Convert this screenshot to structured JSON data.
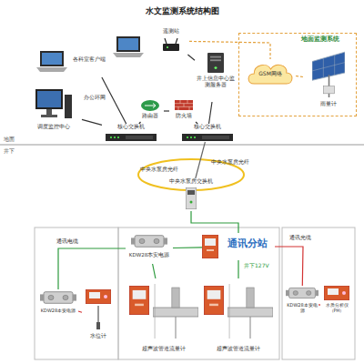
{
  "diagram": {
    "title": "水文监测系统结构图",
    "nodes": [
      {
        "text": [
          "地面监测系统"
        ]
      },
      {
        "text": [
          "遥测站"
        ]
      },
      {
        "text": [
          "GSM网络"
        ],
        "in": 0
      },
      {
        "text": [
          "雨量计"
        ],
        "in": 0
      },
      {
        "text": [
          "各科室客户端"
        ]
      },
      {
        "text": [
          "调度监控中心"
        ]
      },
      {
        "text": [
          "井上信息中心监测服务器"
        ]
      },
      {
        "text": [
          "路由器"
        ]
      },
      {
        "text": [
          "防火墙"
        ]
      },
      {
        "text": [
          "核心交换机"
        ]
      },
      {
        "text": [
          "核心交换机"
        ]
      },
      {
        "text": [
          "中央水泵房交换机"
        ]
      },
      {
        "text": [
          "KDW28本安电源"
        ]
      },
      {
        "text": [
          "水位计"
        ]
      },
      {
        "text": [
          "KDW28本安电源"
        ]
      },
      {
        "text": [
          "通讯分站"
        ]
      },
      {
        "text": [
          "超声波管道流量计"
        ]
      },
      {
        "text": [
          "超声波管道流量计"
        ]
      },
      {
        "text": [
          "KDW28本安电源"
        ]
      },
      {
        "text": [
          "水质分析仪（PH）"
        ]
      }
    ],
    "edges": [
      {
        "from": 4,
        "to": 9,
        "arrow": "none"
      },
      {
        "from": 5,
        "to": 9,
        "arrow": "none"
      },
      {
        "from": 9,
        "to": 7,
        "arrow": "none"
      },
      {
        "from": 7,
        "to": 8,
        "arrow": "none"
      },
      {
        "from": 8,
        "to": 10,
        "arrow": "none"
      },
      {
        "from": 6,
        "to": 10,
        "arrow": "none"
      },
      {
        "from": 1,
        "to": 6,
        "arrow": "none"
      },
      {
        "from": 1,
        "to": 2,
        "arrow": "none"
      },
      {
        "from": 2,
        "to": 3,
        "arrow": "none"
      },
      {
        "from": 10,
        "to": 11,
        "arrow": "none"
      },
      {
        "from": 11,
        "to": 15,
        "arrow": "none"
      },
      {
        "from": 15,
        "to": 14,
        "arrow": "none"
      },
      {
        "from": 14,
        "to": 12,
        "arrow": "none"
      },
      {
        "from": 12,
        "to": 13,
        "arrow": "none"
      },
      {
        "from": 14,
        "to": 16,
        "arrow": "none"
      },
      {
        "from": 15,
        "to": 17,
        "arrow": "none"
      },
      {
        "from": 15,
        "to": 18,
        "arrow": "none"
      },
      {
        "from": 18,
        "to": 19,
        "arrow": "none"
      }
    ],
    "labels": [
      "办公环网",
      "地面",
      "井下",
      "中央水泵房光纤",
      "中央水泵房光纤",
      "通讯电缆",
      "井下127V",
      "通讯光缆"
    ]
  }
}
